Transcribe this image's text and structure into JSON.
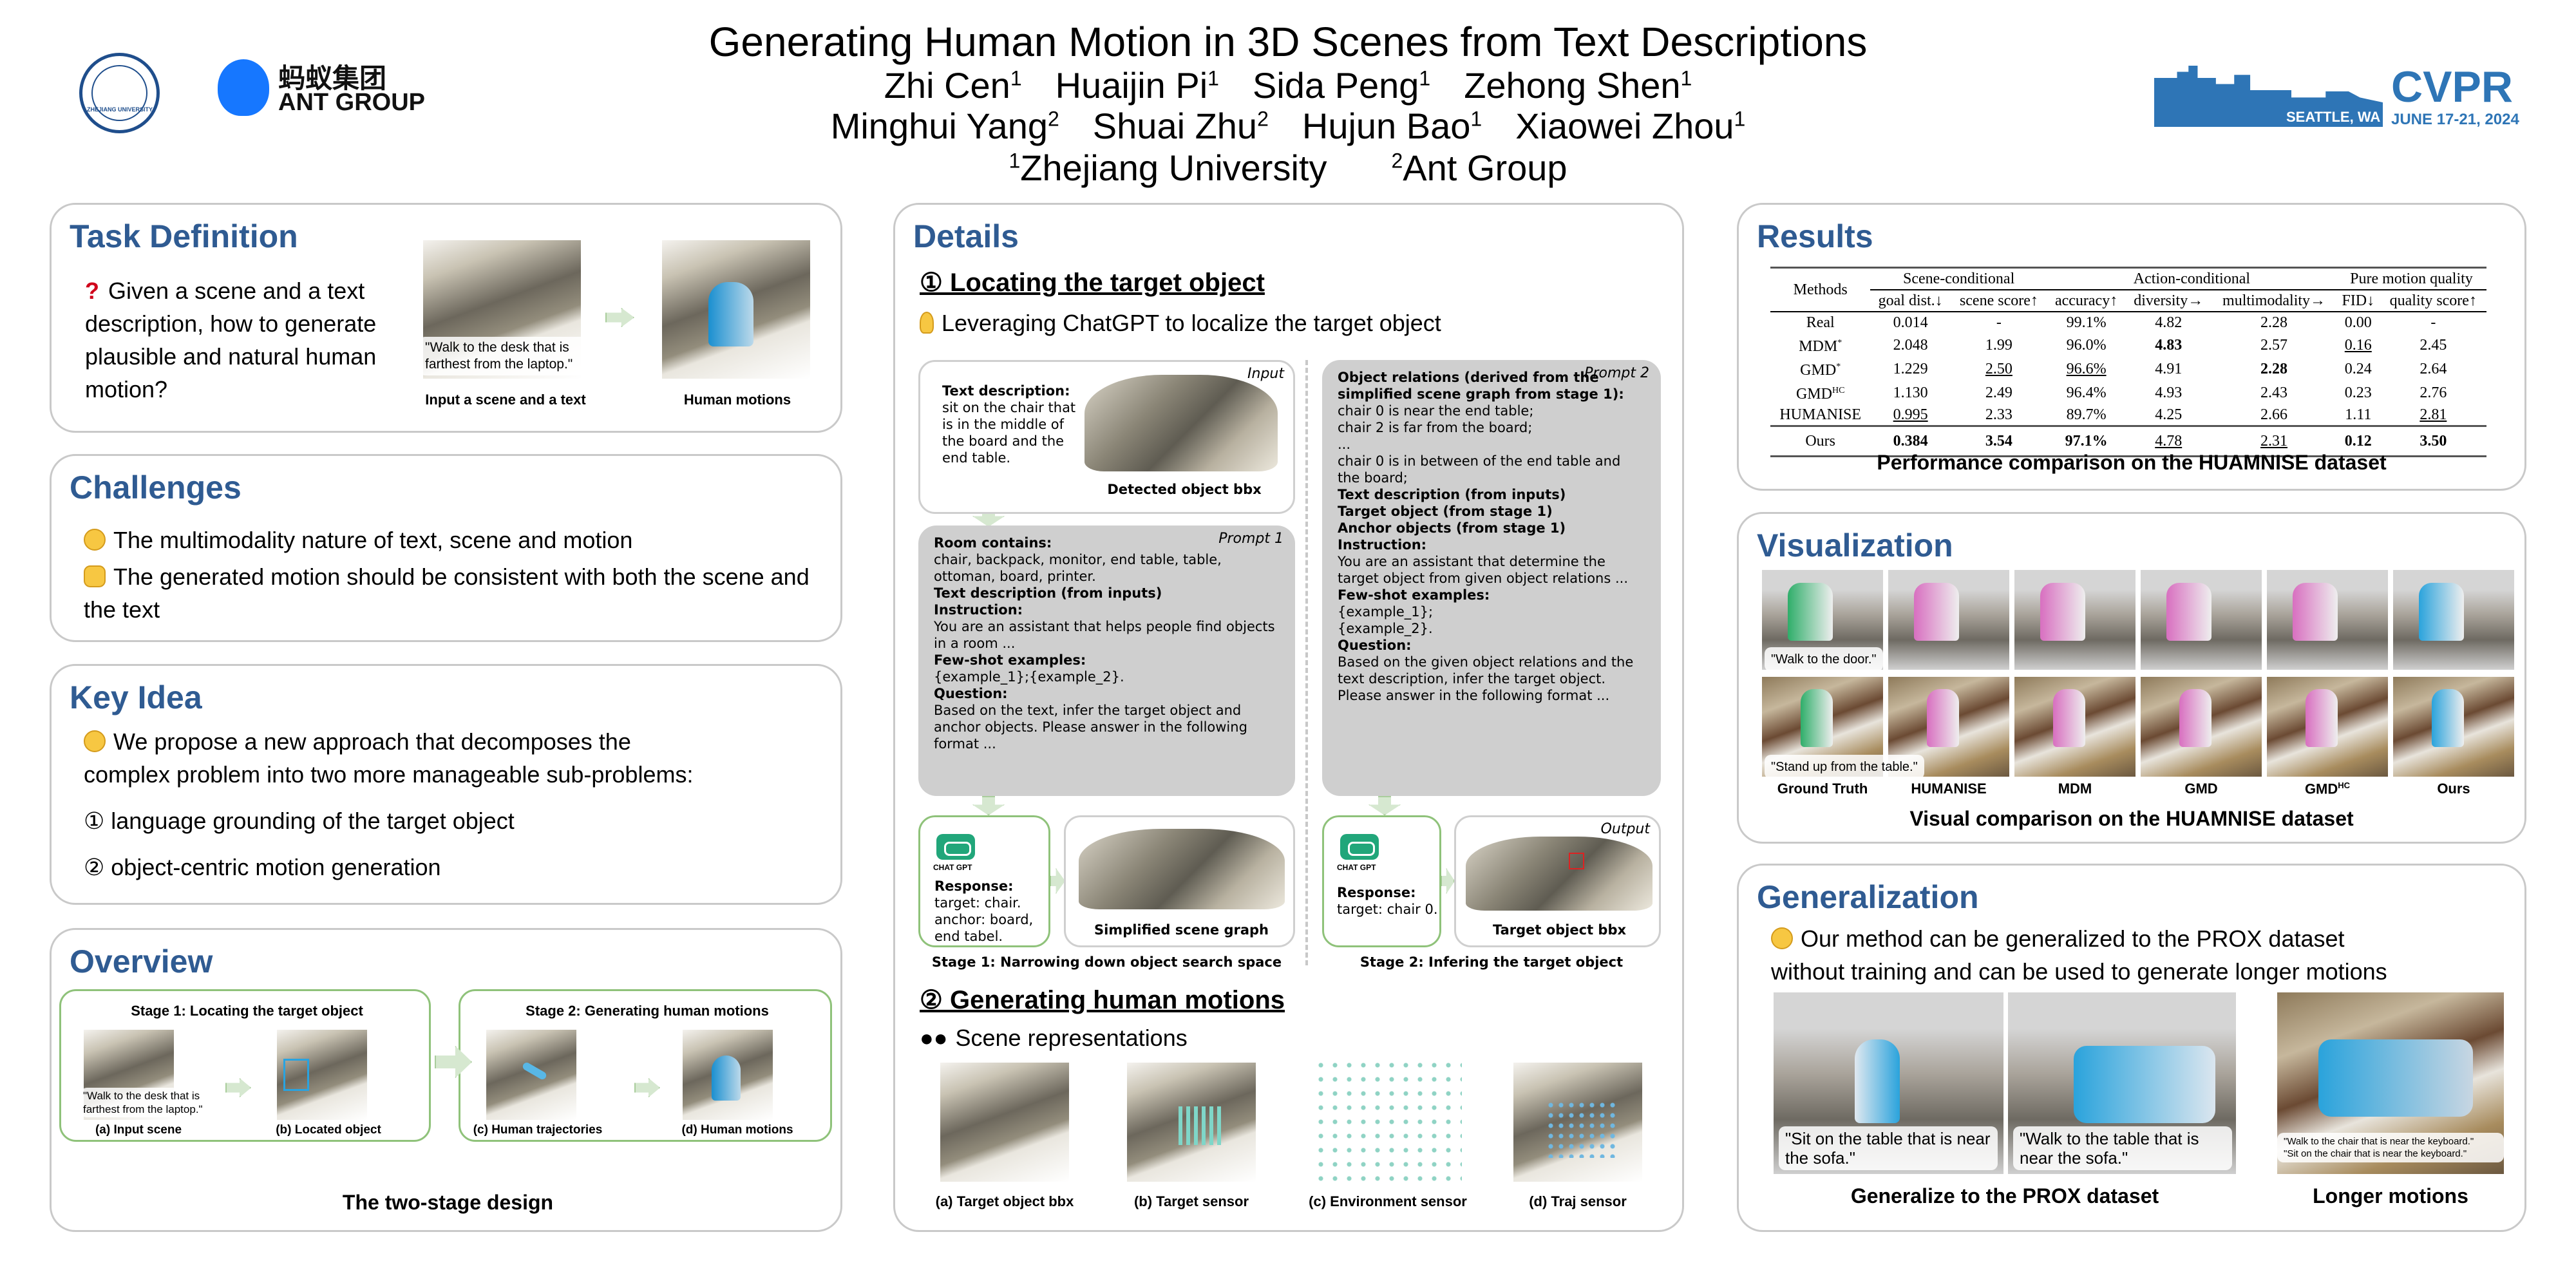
{
  "header": {
    "title": "Generating Human Motion in 3D Scenes from Text Descriptions",
    "authors_line1": [
      {
        "name": "Zhi Cen",
        "aff": "1"
      },
      {
        "name": "Huaijin Pi",
        "aff": "1"
      },
      {
        "name": "Sida Peng",
        "aff": "1"
      },
      {
        "name": "Zehong Shen",
        "aff": "1"
      }
    ],
    "authors_line2": [
      {
        "name": "Minghui Yang",
        "aff": "2"
      },
      {
        "name": "Shuai Zhu",
        "aff": "2"
      },
      {
        "name": "Hujun Bao",
        "aff": "1"
      },
      {
        "name": "Xiaowei Zhou",
        "aff": "1"
      }
    ],
    "affiliations": [
      {
        "num": "1",
        "name": "Zhejiang University"
      },
      {
        "num": "2",
        "name": "Ant Group"
      }
    ],
    "logo_ant_cn": "蚂蚁集团",
    "logo_ant_en": "ANT GROUP",
    "logo_zju": "ZHEJIANG UNIVERSITY",
    "cvpr": {
      "name": "CVPR",
      "city": "SEATTLE, WA",
      "dates": "JUNE 17-21, 2024",
      "color": "#2e75b6"
    }
  },
  "task": {
    "title": "Task Definition",
    "text": "Given a scene and a text description, how to generate plausible and natural human motion?",
    "quote": "\"Walk to the desk that is farthest from the laptop.\"",
    "cap_input": "Input a scene and a text",
    "cap_output": "Human motions"
  },
  "challenges": {
    "title": "Challenges",
    "items": [
      "The multimodality nature of text, scene and motion",
      "The generated motion should be consistent with both the scene and the text"
    ]
  },
  "keyidea": {
    "title": "Key Idea",
    "intro": "We propose a new approach that decomposes the complex problem into two more manageable sub-problems:",
    "items": [
      "① language grounding of the target object",
      "② object-centric motion generation"
    ]
  },
  "overview": {
    "title": "Overview",
    "stage1": "Stage 1: Locating the target object",
    "stage2": "Stage 2: Generating human motions",
    "quote": "\"Walk to the desk that is farthest from the laptop.\"",
    "steps": [
      "(a) Input scene",
      "(b) Located object",
      "(c) Human trajectories",
      "(d) Human motions"
    ],
    "caption": "The two-stage design"
  },
  "details": {
    "title": "Details",
    "sec1": "① Locating the target object",
    "sec1_sub": "Leveraging ChatGPT to localize the target object",
    "stage1": {
      "input_tag": "Input",
      "text_desc_h": "Text description:",
      "text_desc": "sit on the chair that is in the middle of the board and the end table.",
      "detected": "Detected object bbx",
      "prompt_tag": "Prompt 1",
      "room_h": "Room contains:",
      "room": "chair, backpack, monitor, end table, table, ottoman, board, printer.",
      "td_h": "Text description (from inputs)",
      "instr_h": "Instruction:",
      "instr": "You are an assistant that helps people find objects in a room ...",
      "few_h": "Few-shot examples:",
      "few": "{example_1};{example_2}.",
      "q_h": "Question:",
      "q": "Based on the text, infer the target object and anchor objects. Please answer in the following format ...",
      "chatgpt": "CHAT GPT",
      "resp_h": "Response:",
      "resp": "target: chair. anchor: board, end tabel.",
      "graph": "Simplified scene graph",
      "caption": "Stage 1: Narrowing down object search space"
    },
    "stage2": {
      "prompt_tag": "Prompt 2",
      "rel_h": "Object relations (derived from the simplified scene graph from stage 1):",
      "rels": [
        "chair 0 is near the end table;",
        "chair 2 is far from the board;",
        "...",
        "chair 0 is in between of the end table and the board;"
      ],
      "td_h": "Text description (from inputs)",
      "tgt_h": "Target object (from stage 1)",
      "anc_h": "Anchor objects (from stage 1)",
      "instr_h": "Instruction:",
      "instr": "You are an assistant that determine the target object from given object relations ...",
      "few_h": "Few-shot examples:",
      "few1": "{example_1};",
      "few2": "{example_2}.",
      "q_h": "Question:",
      "q": "Based on the given object relations and the text description, infer the target object. Please answer in the following format ...",
      "chatgpt": "CHAT GPT",
      "resp_h": "Response:",
      "resp": "target: chair 0.",
      "output_tag": "Output",
      "target": "Target object bbx",
      "caption": "Stage 2: Infering the target object"
    },
    "sec2": "② Generating human motions",
    "sec2_sub": "Scene representations",
    "reps": [
      "(a) Target object bbx",
      "(b) Target sensor",
      "(c) Environment sensor",
      "(d) Traj sensor"
    ]
  },
  "results": {
    "title": "Results",
    "groups": [
      "Scene-conditional",
      "Action-conditional",
      "Pure motion quality"
    ],
    "methods_h": "Methods",
    "columns": [
      "goal dist.↓",
      "scene score↑",
      "accuracy↑",
      "diversity→",
      "multimodality→",
      "FID↓",
      "quality score↑"
    ],
    "rows": [
      {
        "method": "Real",
        "sup": "",
        "cells": [
          "0.014",
          "-",
          "99.1%",
          "4.82",
          "2.28",
          "0.00",
          "-"
        ],
        "bold": [],
        "under": []
      },
      {
        "method": "MDM",
        "sup": "*",
        "cells": [
          "2.048",
          "1.99",
          "96.0%",
          "4.83",
          "2.57",
          "0.16",
          "2.45"
        ],
        "bold": [
          3
        ],
        "under": [
          5
        ]
      },
      {
        "method": "GMD",
        "sup": "*",
        "cells": [
          "1.229",
          "2.50",
          "96.6%",
          "4.91",
          "2.28",
          "0.24",
          "2.64"
        ],
        "bold": [
          4
        ],
        "under": [
          1,
          2
        ]
      },
      {
        "method": "GMD",
        "sup": "HC",
        "cells": [
          "1.130",
          "2.49",
          "96.4%",
          "4.93",
          "2.43",
          "0.23",
          "2.76"
        ],
        "bold": [],
        "under": []
      },
      {
        "method": "HUMANISE",
        "sup": "",
        "cells": [
          "0.995",
          "2.33",
          "89.7%",
          "4.25",
          "2.66",
          "1.11",
          "2.81"
        ],
        "bold": [],
        "under": [
          0,
          6
        ]
      },
      {
        "method": "Ours",
        "sup": "",
        "cells": [
          "0.384",
          "3.54",
          "97.1%",
          "4.78",
          "2.31",
          "0.12",
          "3.50"
        ],
        "bold": [
          0,
          1,
          2,
          5,
          6
        ],
        "under": [
          3,
          4
        ]
      }
    ],
    "caption": "Performance comparison on the HUAMNISE dataset"
  },
  "visualization": {
    "title": "Visualization",
    "quotes": [
      "\"Walk to the door.\"",
      "\"Stand up from the table.\""
    ],
    "methods": [
      {
        "name": "Ground Truth",
        "sup": ""
      },
      {
        "name": "HUMANISE",
        "sup": ""
      },
      {
        "name": "MDM",
        "sup": ""
      },
      {
        "name": "GMD",
        "sup": ""
      },
      {
        "name": "GMD",
        "sup": "HC"
      },
      {
        "name": "Ours",
        "sup": ""
      }
    ],
    "caption": "Visual comparison on the HUAMNISE dataset",
    "colors": {
      "gt": "#2fae6a",
      "baseline": "#d86fc0",
      "ours": "#2aa3dc"
    }
  },
  "generalization": {
    "title": "Generalization",
    "text1": "Our method can be generalized to the PROX dataset",
    "text2": "without training and can be used to generate longer motions",
    "quote1": "\"Sit on the table that is near the sofa.\"",
    "quote2": "\"Walk to the table that is near the sofa.\"",
    "quote3a": "\"Walk to the chair that is near the keyboard.\"",
    "quote3b": "\"Sit on the chair that is near the keyboard.\"",
    "cap1": "Generalize to the PROX dataset",
    "cap2": "Longer motions"
  },
  "colors": {
    "heading": "#2f5b92",
    "green_box": "#8fc27a",
    "arrow": "#d6e8d0"
  }
}
